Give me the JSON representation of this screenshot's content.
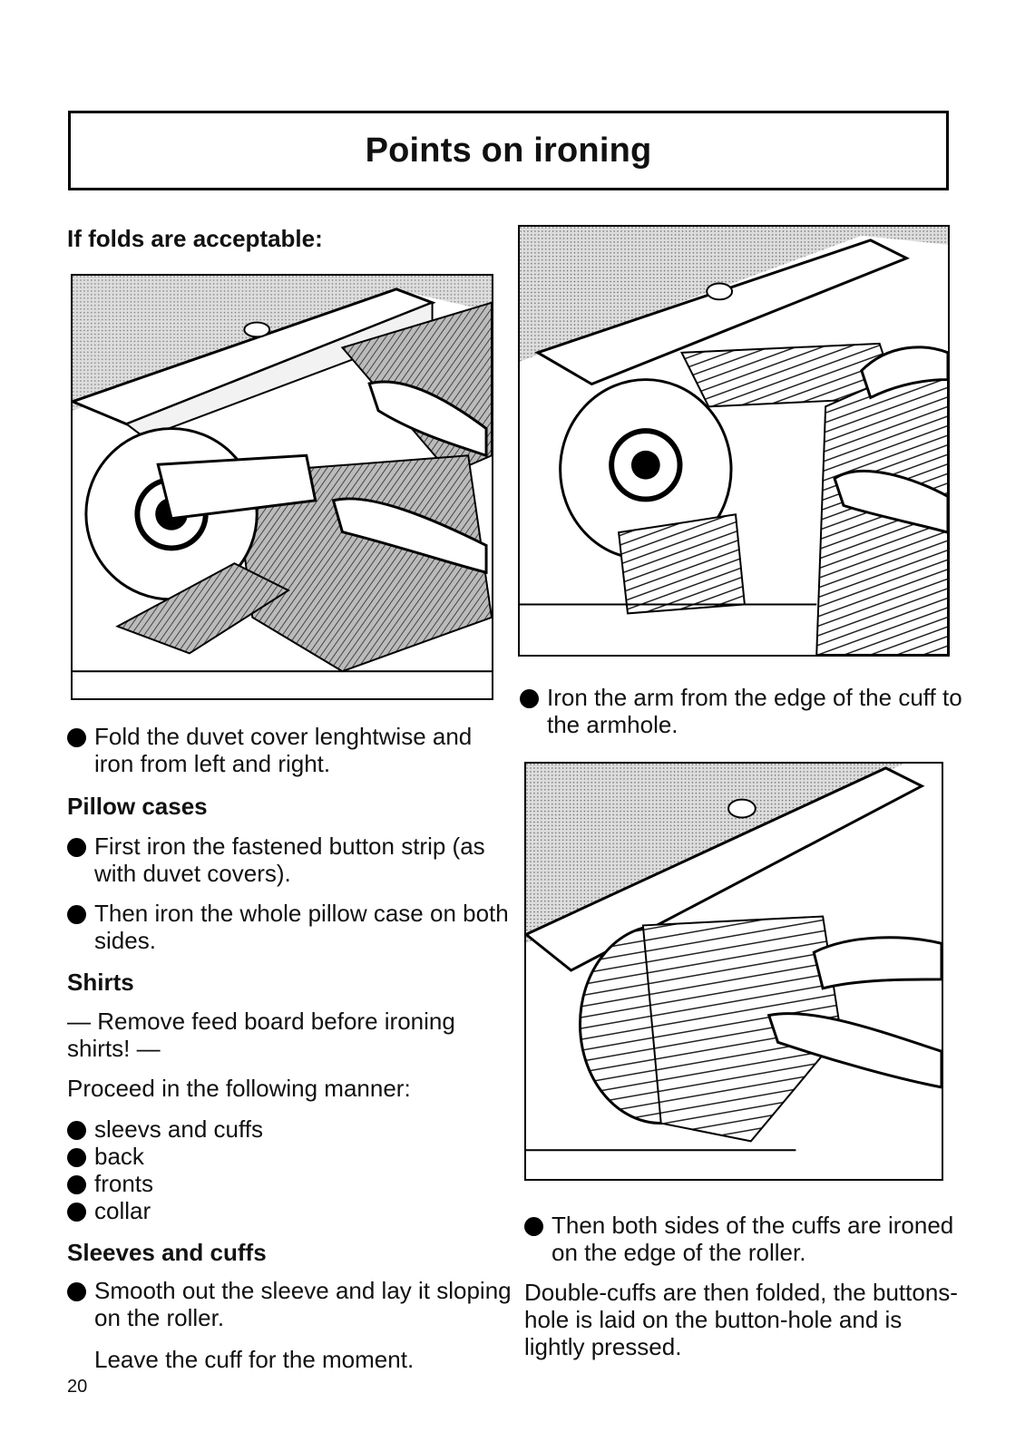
{
  "title": "Points on ironing",
  "left": {
    "folds_heading": "If folds are acceptable:",
    "fold_bullet": "Fold the duvet cover lenghtwise and iron from left and right.",
    "pillow_heading": "Pillow cases",
    "pillow_bullets": [
      "First iron the fastened button strip (as with duvet covers).",
      "Then iron the whole pillow case on both sides."
    ],
    "shirts_heading": "Shirts",
    "shirts_note": "— Remove feed board before ironing shirts! —",
    "proceed": "Proceed in the following manner:",
    "steps": [
      "sleevs and cuffs",
      "back",
      "fronts",
      "collar"
    ],
    "sleeves_heading": "Sleeves and cuffs",
    "sleeves_bullet": "Smooth out the sleeve and lay it sloping on the roller.",
    "leave_cuff": "Leave the cuff for the moment."
  },
  "right": {
    "arm_bullet": "Iron the arm from the edge of the cuff to the armhole.",
    "cuffs_bullet": "Then both sides of the cuffs are ironed on the edge of the roller.",
    "double_cuffs": "Double-cuffs are then folded, the buttons-hole is laid on the button-hole and is lightly pressed."
  },
  "page_number": "20"
}
